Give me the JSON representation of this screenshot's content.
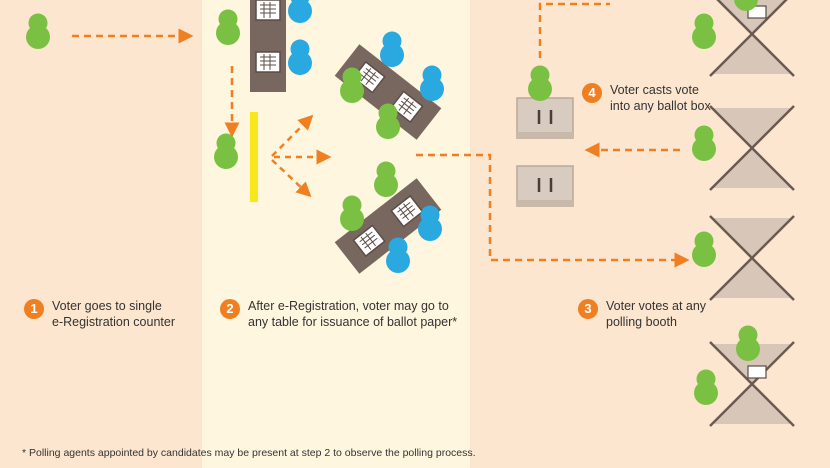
{
  "colors": {
    "voter": "#7ac043",
    "official": "#2aa8e0",
    "arrow": "#f07f22",
    "table": "#77675f",
    "counter_bar": "#f8e71c",
    "booth_line": "#6b5a52",
    "booth_fill": "#d8c7b8",
    "ballot_box": "#d8ccc0",
    "badge": "#f07f22"
  },
  "steps": [
    {
      "number": "1",
      "lines": [
        "Voter goes to single",
        "e-Registration counter"
      ]
    },
    {
      "number": "2",
      "lines": [
        "After e-Registration, voter may go to",
        "any table for issuance of ballot paper*"
      ]
    },
    {
      "number": "3",
      "lines": [
        "Voter votes at any",
        "polling booth"
      ]
    },
    {
      "number": "4",
      "lines": [
        "Voter casts vote",
        "into any ballot box"
      ]
    }
  ],
  "footnote": "* Polling agents appointed by candidates may be present at step 2 to observe the polling process."
}
